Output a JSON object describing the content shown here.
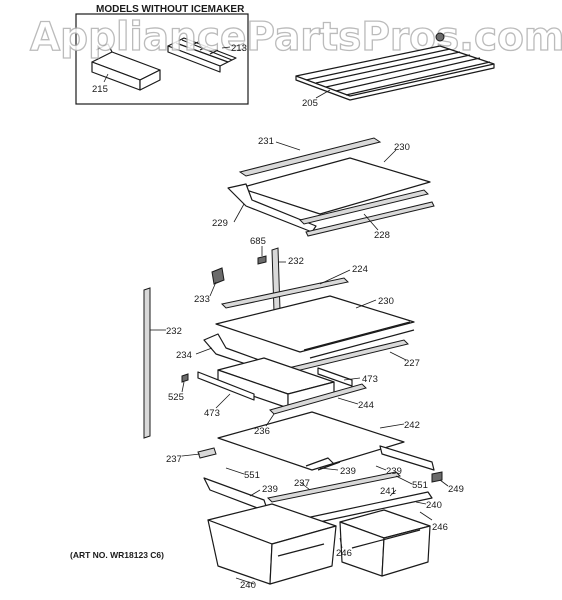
{
  "watermark": "AppliancePartsPros.com",
  "inset_title": "MODELS WITHOUT ICEMAKER",
  "art_number": "(ART NO. WR18123 C6)",
  "callouts": {
    "c215": "215",
    "c213": "213",
    "c205": "205",
    "c231": "231",
    "c230a": "230",
    "c229": "229",
    "c228": "228",
    "c685": "685",
    "c232a": "232",
    "c224": "224",
    "c233": "233",
    "c230b": "230",
    "c232b": "232",
    "c234": "234",
    "c227": "227",
    "c473a": "473",
    "c525": "525",
    "c473b": "473",
    "c244": "244",
    "c236": "236",
    "c242": "242",
    "c237a": "237",
    "c551a": "551",
    "c239a": "239",
    "c239b": "239",
    "c249": "249",
    "c237b": "237",
    "c241": "241",
    "c551b": "551",
    "c239c": "239",
    "c240a": "240",
    "c246a": "246",
    "c246b": "246",
    "c240b": "240"
  }
}
